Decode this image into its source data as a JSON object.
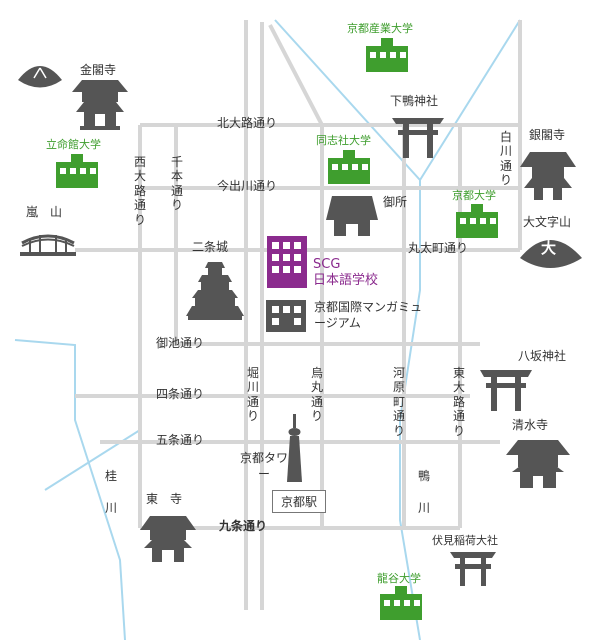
{
  "colors": {
    "road": "#d6d6d6",
    "river": "#a9d8ee",
    "landmark": "#555555",
    "university": "#3f9e2e",
    "school": "#8b2b8e"
  },
  "roads_horizontal": {
    "kitaoji": "北大路通り",
    "imadegawa": "今出川通り",
    "marutamachi": "丸太町通り",
    "oike": "御池通り",
    "shijo": "四条通り",
    "gojo": "五条通り",
    "kujo": "九条通り"
  },
  "roads_vertical": {
    "nishioji": "西大路通り",
    "senbon": "千本通り",
    "horikawa": "堀川通り",
    "karasuma": "烏丸通り",
    "kawaramachi": "河原町通り",
    "higashioji": "東大路通り",
    "shirakawa": "白川通り"
  },
  "rivers": {
    "katsura": "桂川",
    "kamo": "鴨川"
  },
  "landmarks": {
    "kinkakuji": "金閣寺",
    "arashiyama": "嵐　山",
    "shimogamo": "下鴨神社",
    "ginkakuji": "銀閣寺",
    "gosho": "御所",
    "nijojo": "二条城",
    "daimonji": "大文字山",
    "yasaka": "八坂神社",
    "kiyomizu": "清水寺",
    "toji": "東　寺",
    "fushimi": "伏見稲荷大社",
    "kyoto_tower": "京都タワー",
    "manga_museum": "京都国際マンガミュージアム"
  },
  "universities": {
    "kyoto_sangyo": "京都産業大学",
    "ritsumeikan": "立命館大学",
    "doshisha": "同志社大学",
    "kyoto": "京都大学",
    "ryukoku": "龍谷大学"
  },
  "school": {
    "name": "SCG",
    "subtitle": "日本語学校"
  },
  "station": "京都駅",
  "daimonji_glyph": "大"
}
